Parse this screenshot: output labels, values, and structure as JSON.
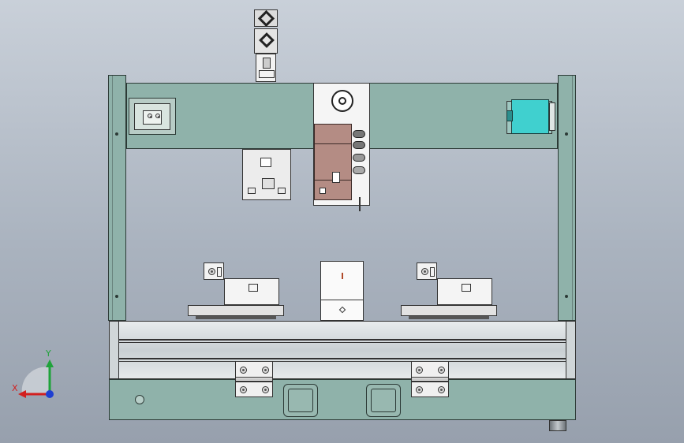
{
  "view": {
    "background_top": "#c9d0d9",
    "background_bottom": "#97a0ad",
    "frame_color": "#8fb2aa",
    "cylinder_color": "#b48c84",
    "sensor_color": "#40d0cf"
  },
  "components": {
    "top_actuator": "top-actuator",
    "beam_left_module": "fixture-plate",
    "beam_right_sensor": "sensor-block",
    "dispense_head": "dispense-head",
    "drive_block": "drive-block",
    "left_clamp": "clamp-station-left",
    "right_clamp": "clamp-station-right",
    "center_block": "center-block",
    "linear_rail": "linear-rail",
    "hinges": [
      "hinge-left",
      "hinge-right"
    ],
    "access_ports": [
      "access-port-left",
      "access-port-right"
    ]
  },
  "triad": {
    "y_label": "Y",
    "x_label": "X",
    "x_color": "#d21f1f",
    "y_color": "#1fa33a",
    "z_color": "#1f3fd2"
  }
}
